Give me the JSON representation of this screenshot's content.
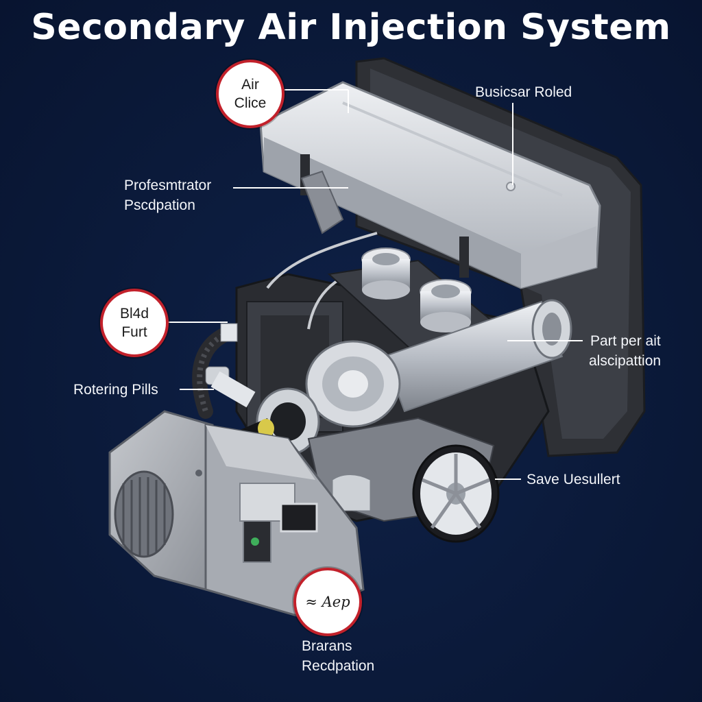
{
  "title": "Secondary Air Injection System",
  "callouts": {
    "air_clice": [
      "Air",
      "Clice"
    ],
    "busicsar": [
      "Busicsar Roled"
    ],
    "profesmtrator": [
      "Profesmtrator",
      "Pscdpation"
    ],
    "bl4d": [
      "Bl4d",
      "Furt"
    ],
    "part_per_ait": [
      "Part per ait",
      "alscipattion"
    ],
    "rotering": [
      "Rotering Pills"
    ],
    "save": [
      "Save Uesullert"
    ],
    "brarans": [
      "Brarans",
      "Recdpation"
    ],
    "signature": [
      "≈ Aep"
    ]
  },
  "colors": {
    "background": "#0b1a3a",
    "callout_ring": "#c2212b",
    "metal": "#c8ccd2",
    "dark_metal": "#3a3d44"
  }
}
